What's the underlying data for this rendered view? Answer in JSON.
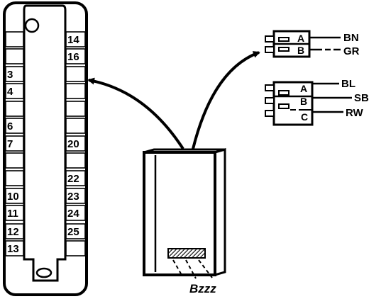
{
  "left_pins": [
    "3",
    "4",
    "6",
    "7",
    "10",
    "11",
    "12",
    "13"
  ],
  "right_pins": [
    "14",
    "16",
    "20",
    "22",
    "23",
    "24",
    "25"
  ],
  "connector_top": {
    "pins": [
      "A",
      "B"
    ],
    "wires": [
      "BN",
      "GR"
    ]
  },
  "connector_bottom": {
    "pins": [
      "A",
      "B",
      "C"
    ],
    "wires": [
      "BL",
      "SB",
      "RW"
    ]
  },
  "buzz_text": "Bzzz"
}
